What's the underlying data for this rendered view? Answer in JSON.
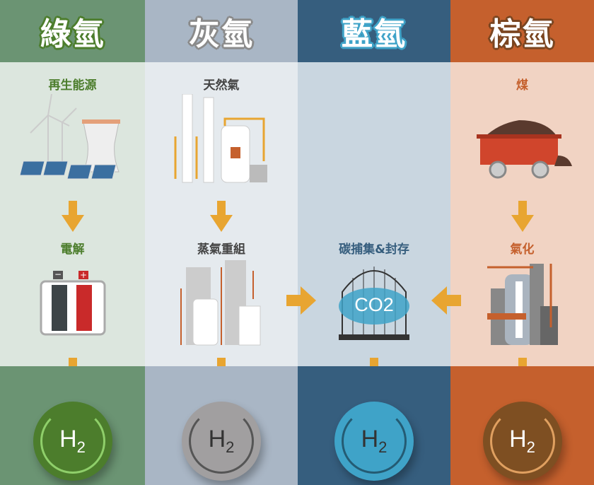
{
  "columns": [
    {
      "title": "綠氫",
      "source": "再生能源",
      "process": "電解",
      "product": "H2",
      "colors": {
        "header": "#6b9473",
        "mid": "#dce6de",
        "bottom": "#6b9473",
        "outline": "#4c7d2c",
        "label": "#4c7d2c",
        "badge": "#4c7d2c",
        "ring": "#8fcf6a"
      }
    },
    {
      "title": "灰氫",
      "source": "天然氣",
      "process": "蒸氣重組",
      "product": "H2",
      "colors": {
        "header": "#a9b6c5",
        "mid": "#e5eaee",
        "bottom": "#a9b6c5",
        "outline": "#8a8a8a",
        "label": "#444444",
        "badge": "#a19fa0",
        "ring": "#555555"
      }
    },
    {
      "title": "藍氫",
      "source": "",
      "process": "碳捕集&封存",
      "product": "H2",
      "colors": {
        "header": "#365e7e",
        "mid": "#c9d6e0",
        "bottom": "#365e7e",
        "outline": "#3fa3c8",
        "label": "#365e7e",
        "badge": "#3fa3c8",
        "ring": "#245b73"
      }
    },
    {
      "title": "棕氫",
      "source": "煤",
      "process": "氣化",
      "product": "H2",
      "colors": {
        "header": "#c5602d",
        "mid": "#f1d3c3",
        "bottom": "#c5602d",
        "outline": "#7a4520",
        "label": "#c5602d",
        "badge": "#7e4f22",
        "ring": "#e0a060"
      }
    }
  ],
  "co2_label": "CO2",
  "arrow_color": "#e8a531"
}
